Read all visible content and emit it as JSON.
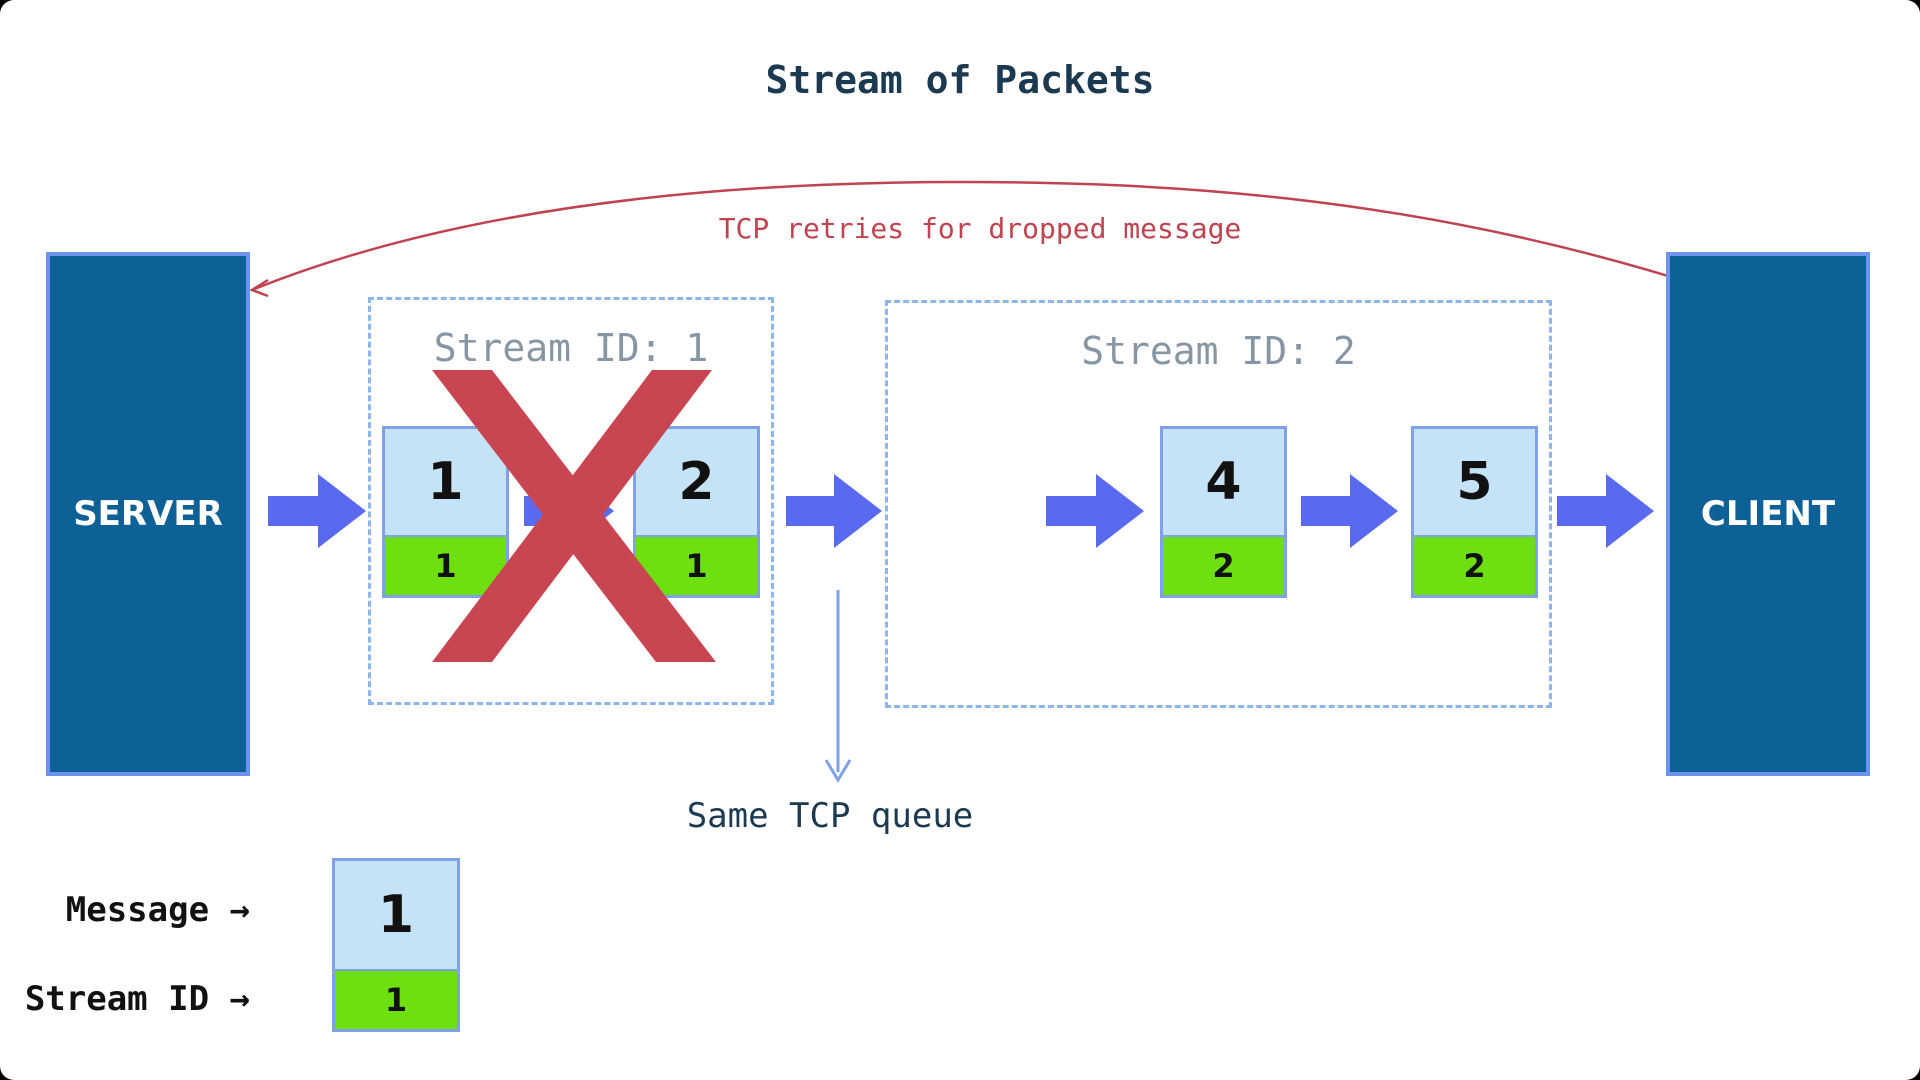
{
  "title": "Stream of Packets",
  "server_label": "SERVER",
  "client_label": "CLIENT",
  "retry_label": "TCP retries for dropped message",
  "queue_label": "Same TCP queue",
  "streams": [
    {
      "label": "Stream ID: 1",
      "packets": [
        {
          "message": "1",
          "stream_id": "1"
        },
        {
          "message": "2",
          "stream_id": "1"
        }
      ],
      "dropped": true
    },
    {
      "label": "Stream ID: 2",
      "packets": [
        {
          "message": "4",
          "stream_id": "2"
        },
        {
          "message": "5",
          "stream_id": "2"
        }
      ],
      "dropped": false
    }
  ],
  "legend": {
    "message_label": "Message →",
    "stream_id_label": "Stream ID →",
    "sample_message": "1",
    "sample_stream_id": "1"
  },
  "colors": {
    "node_fill": "#0d6196",
    "node_border": "#6d93f0",
    "packet_message_fill": "#c5e3f6",
    "packet_stream_fill": "#6ee011",
    "flow_arrow": "#5a6af0",
    "drop_mark": "#c84652",
    "retry_arrow": "#c0444f"
  }
}
